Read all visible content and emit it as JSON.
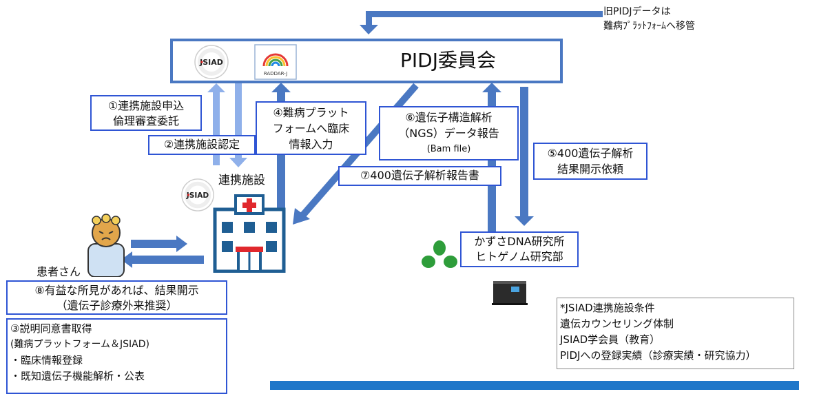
{
  "colors": {
    "arrow": "#4a78c2",
    "arrow_light": "#8fb0ea",
    "box_border": "#2f55d4",
    "bar": "#1f77c9",
    "cross": "#e0282d",
    "leaf": "#2e9d3a"
  },
  "top_note": [
    "旧PIDJデータは",
    "難病ﾌﾟﾗｯﾄﾌｫｰﾑへ移管"
  ],
  "committee": {
    "title": "PIDJ委員会",
    "logo1": "JSIAD",
    "logo2": "RADDAR-J"
  },
  "steps": {
    "s1": [
      "①連携施設申込",
      "倫理審査委託"
    ],
    "s2": "②連携施設認定",
    "s4": [
      "④難病プラット",
      "フォームへ臨床",
      "情報入力"
    ],
    "s6": [
      "⑥遺伝子構造解析",
      "（NGS）データ報告",
      "(Bam file)"
    ],
    "s5": [
      "⑤400遺伝子解析",
      "結果開示依頼"
    ],
    "s7": "⑦400遺伝子解析報告書",
    "s8": [
      "⑧有益な所見があれば、結果開示",
      "（遺伝子診療外来推奨）"
    ],
    "s3": [
      "③説明同意書取得",
      "(難病プラットフォーム＆JSIAD)",
      "・臨床情報登録",
      "・既知遺伝子機能解析・公表"
    ]
  },
  "facility": {
    "label": "連携施設",
    "logo": "JSIAD"
  },
  "patient": {
    "label": "患者さん"
  },
  "kazusa": [
    "かずさDNA研究所",
    "ヒトゲノム研究部"
  ],
  "conditions": [
    "*JSIAD連携施設条件",
    "遺伝カウンセリング体制",
    "JSIAD学会員（教育）",
    "PIDJへの登録実績（診療実績・研究協力）"
  ]
}
